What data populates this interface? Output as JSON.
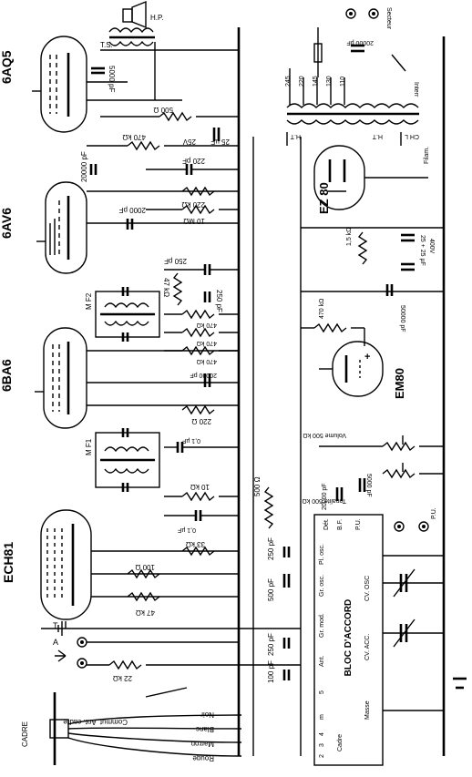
{
  "tubes": [
    {
      "name": "6AQ5",
      "label": "6AQ5"
    },
    {
      "name": "6AV6",
      "label": "6AV6"
    },
    {
      "name": "6BA6",
      "label": "6BA6"
    },
    {
      "name": "ECH81",
      "label": "ECH81"
    },
    {
      "name": "EZ80",
      "label": "EZ 80"
    },
    {
      "name": "EM80",
      "label": "EM80"
    }
  ],
  "top_left": {
    "hp": "H.P.",
    "ts": "T.S.",
    "c5000": "5000 pF",
    "r500": "500 Ω",
    "c25": "25 µF",
    "v25": "25V",
    "r470": "470 kΩ",
    "c20000": "20000 pF",
    "c220": "220 pF",
    "r220": "220 kΩ",
    "r10m": "10 MΩ",
    "c2000": "2000 pF"
  },
  "mid": {
    "c250a": "250 pF",
    "r47": "47 kΩ",
    "c250b": "250 pF",
    "mf2": "M F2",
    "r470a": "470 kΩ",
    "r470b": "470 kΩ",
    "r470c": "470 kΩ",
    "c20000b": "20000 pF",
    "r220b": "220 Ω",
    "mf1": "M F1",
    "c01": "0,1 µF",
    "r10k": "10 kΩ",
    "c01b": "0,1 µF",
    "r500b": "500 Ω",
    "r33": "33 kΩ",
    "r100": "100 Ω",
    "r47b": "47 kΩ",
    "c500": "500 pF",
    "c250c": "250 pF",
    "c250d": "250 pF",
    "c100": "100 pF",
    "r22": "22 kΩ"
  },
  "power": {
    "secteur": "Secteur",
    "c20000p": "20000 pF",
    "interr": "Interr",
    "taps": [
      "245",
      "220",
      "145",
      "130",
      "110"
    ],
    "ht1": "H.T",
    "ht2": "H.T",
    "chl": "CH L",
    "filam": "Filam.",
    "r15": "1,5 kΩ",
    "c2525": "25 + 25 µF",
    "v400": "400V",
    "c50000": "50000 pF",
    "r470e": "470 kΩ"
  },
  "controls": {
    "volume": "Volume 500 kΩ",
    "tonalite": "Tonalité 500 kΩ",
    "c20000c": "20000 pF",
    "c5000b": "5000 pF",
    "pu": "P.U."
  },
  "bloc": {
    "title": "BLOC D'ACCORD",
    "pins": [
      "Dét.",
      "B.F.",
      "P.U.",
      "Pl. osc.",
      "Gr. osc.",
      "Gr. mod.",
      "Ant.",
      "5",
      "m",
      "4",
      "3",
      "2"
    ],
    "cv_osc": "CV. OSC",
    "cv_acc": "CV. ACC.",
    "cadre": "Cadre",
    "masse": "Masse"
  },
  "antenna": {
    "a": "A",
    "t": "T",
    "commut": "Commut. Ant. cadre",
    "cadre": "CADRE",
    "wires": [
      "Noir",
      "Blanc",
      "Marron",
      "Rouge"
    ]
  }
}
